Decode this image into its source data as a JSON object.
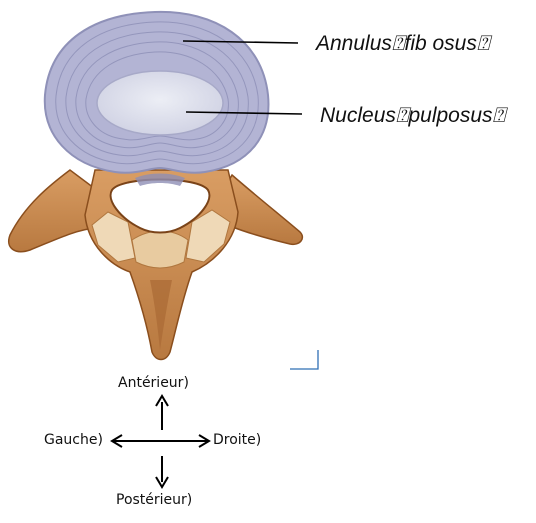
{
  "labels": {
    "annulus": "Annulus⍰fib osus⍰",
    "nucleus": "Nucleus⍰pulposus⍰"
  },
  "orientation": {
    "anterior": "Antérieur)",
    "posterior": "Postérieur)",
    "left": "Gauche)",
    "right": "Droite)"
  },
  "colors": {
    "disc": "#b3b4d4",
    "disc_ring": "#8f91b8",
    "nucleus": "#d9dbe8",
    "bone": "#c98f58",
    "bone_dark": "#8a4e1d",
    "bone_light": "#efd9b7",
    "accent_line": "#2f6fb5"
  }
}
